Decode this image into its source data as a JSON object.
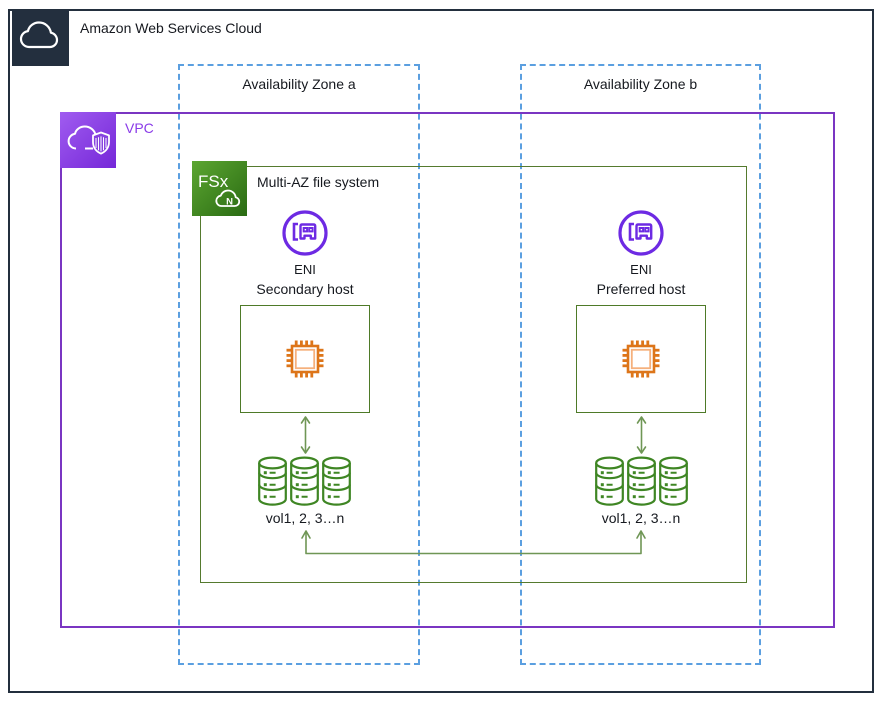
{
  "aws_cloud": {
    "title": "Amazon Web Services Cloud"
  },
  "availability_zones": [
    {
      "label": "Availability Zone a"
    },
    {
      "label": "Availability Zone b"
    }
  ],
  "vpc": {
    "label": "VPC"
  },
  "file_system": {
    "label": "Multi-AZ file system",
    "icon_text": "FSx",
    "icon_badge": "N"
  },
  "nodes": [
    {
      "az": "a",
      "eni_label": "ENI",
      "host_label": "Secondary host",
      "volumes_label": "vol1, 2, 3…n",
      "volume_count": 3
    },
    {
      "az": "b",
      "eni_label": "ENI",
      "host_label": "Preferred host",
      "volumes_label": "vol1, 2, 3…n",
      "volume_count": 3
    }
  ],
  "connections": [
    {
      "from": "Secondary host",
      "to": "vol1, 2, 3…n (AZ a)",
      "type": "bidirectional-arrow"
    },
    {
      "from": "Preferred host",
      "to": "vol1, 2, 3…n (AZ b)",
      "type": "bidirectional-arrow"
    },
    {
      "from": "vol1, 2, 3…n (AZ a)",
      "to": "vol1, 2, 3…n (AZ b)",
      "type": "bidirectional-arrow"
    }
  ],
  "colors": {
    "frame_dark": "#232f3e",
    "az_dashed_blue": "#5b9fe0",
    "vpc_purple_border": "#7a35c2",
    "vpc_label_purple": "#8a3be8",
    "group_green_border": "#557a2e",
    "eni_purple": "#6d2ae3",
    "chip_orange": "#dd7519",
    "chip_orange_light": "#f5b07c",
    "volume_green": "#3f8624",
    "arrow_green": "#6f9655",
    "fsx_gradient": [
      "#5ca631",
      "#2a6b13"
    ],
    "vpc_gradient": [
      "#a05cf0",
      "#7527d8"
    ]
  }
}
